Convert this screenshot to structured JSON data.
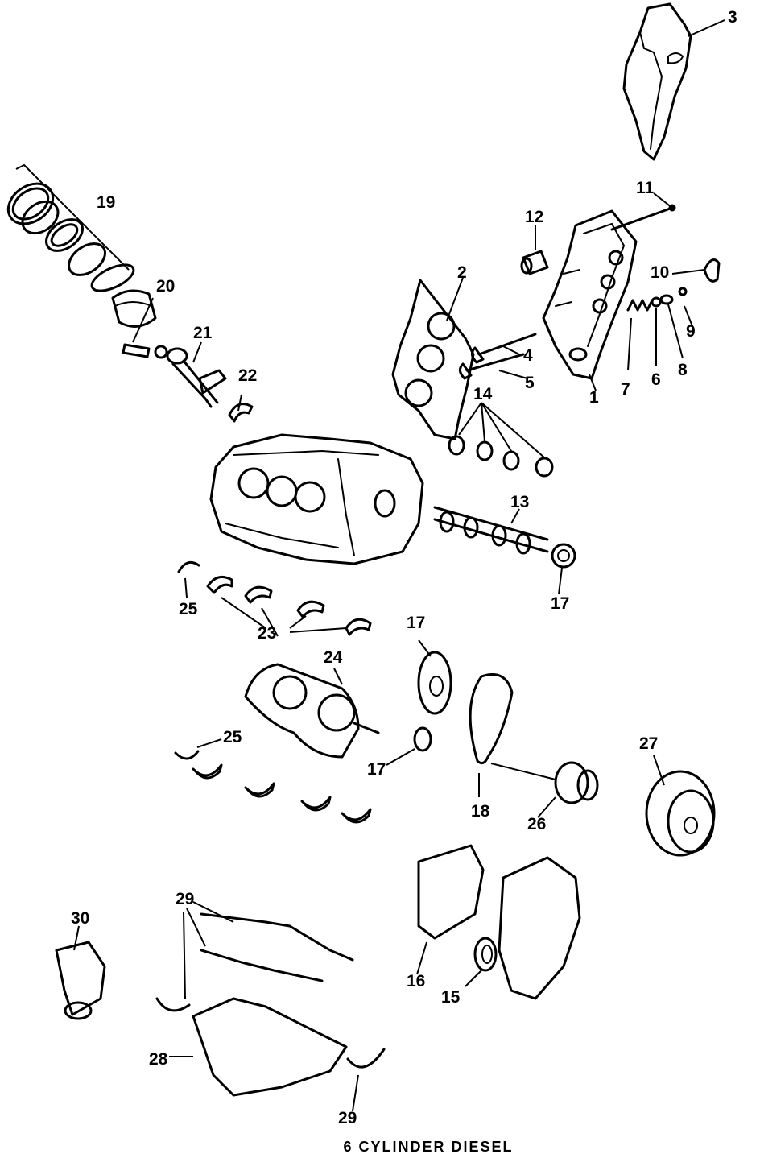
{
  "caption": "6 CYLINDER DIESEL",
  "callouts": {
    "c1": "1",
    "c2": "2",
    "c3": "3",
    "c4": "4",
    "c5": "5",
    "c6": "6",
    "c7": "7",
    "c8": "8",
    "c9": "9",
    "c10": "10",
    "c11": "11",
    "c12": "12",
    "c13": "13",
    "c14": "14",
    "c15": "15",
    "c16": "16",
    "c17a": "17",
    "c17b": "17",
    "c17c": "17",
    "c18": "18",
    "c19": "19",
    "c20": "20",
    "c21": "21",
    "c22": "22",
    "c23": "23",
    "c24": "24",
    "c25a": "25",
    "c25b": "25",
    "c26": "26",
    "c27": "27",
    "c28": "28",
    "c29a": "29",
    "c29b": "29",
    "c30": "30"
  }
}
